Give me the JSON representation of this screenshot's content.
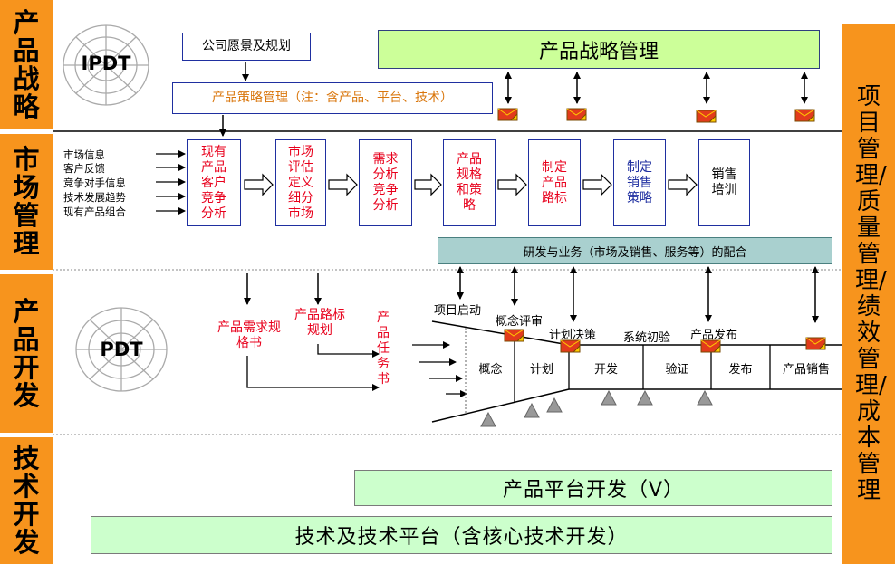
{
  "lanes": [
    "产品战略",
    "市场管理",
    "产品开发",
    "技术开发"
  ],
  "right_bar": "项目管理/质量管理/绩效管理/成本管理",
  "wheel_labels": {
    "top": "IPDT",
    "bottom": "PDT"
  },
  "strategy": {
    "vision": "公司愿景及规划",
    "strategy_mgmt": "产品策略管理（注：含产品、平台、技术）",
    "product_strategy_mgmt": "产品战略管理"
  },
  "market_inputs": [
    "市场信息",
    "客户反馈",
    "竞争对手信息",
    "技术发展趋势",
    "现有产品组合"
  ],
  "market_steps": [
    "现有产品客户竞争分析",
    "市场评估定义细分市场",
    "需求分析竞争分析",
    "产品规格和策略",
    "制定产品路标",
    "制定销售策略",
    "销售培训"
  ],
  "cooperation": "研发与业务（市场及销售、服务等）的配合",
  "dev_docs": {
    "spec": "产品需求规格书",
    "roadmap": "产品路标规划",
    "task": "产品任务书"
  },
  "milestones": [
    "项目启动",
    "概念评审",
    "计划决策",
    "系统初验",
    "产品发布"
  ],
  "phases": [
    "概念",
    "计划",
    "开发",
    "验证",
    "发布",
    "产品销售"
  ],
  "tech": {
    "platform": "产品平台开发（V）",
    "core": "技术及技术平台（含核心技术开发）"
  },
  "colors": {
    "lane": "#f7941d",
    "red_text": "#e8001c",
    "blue_border": "#1f2fa0",
    "green_box": "#ccffcc",
    "lime_box": "#ccff99",
    "teal_box": "#a9d0cf"
  }
}
